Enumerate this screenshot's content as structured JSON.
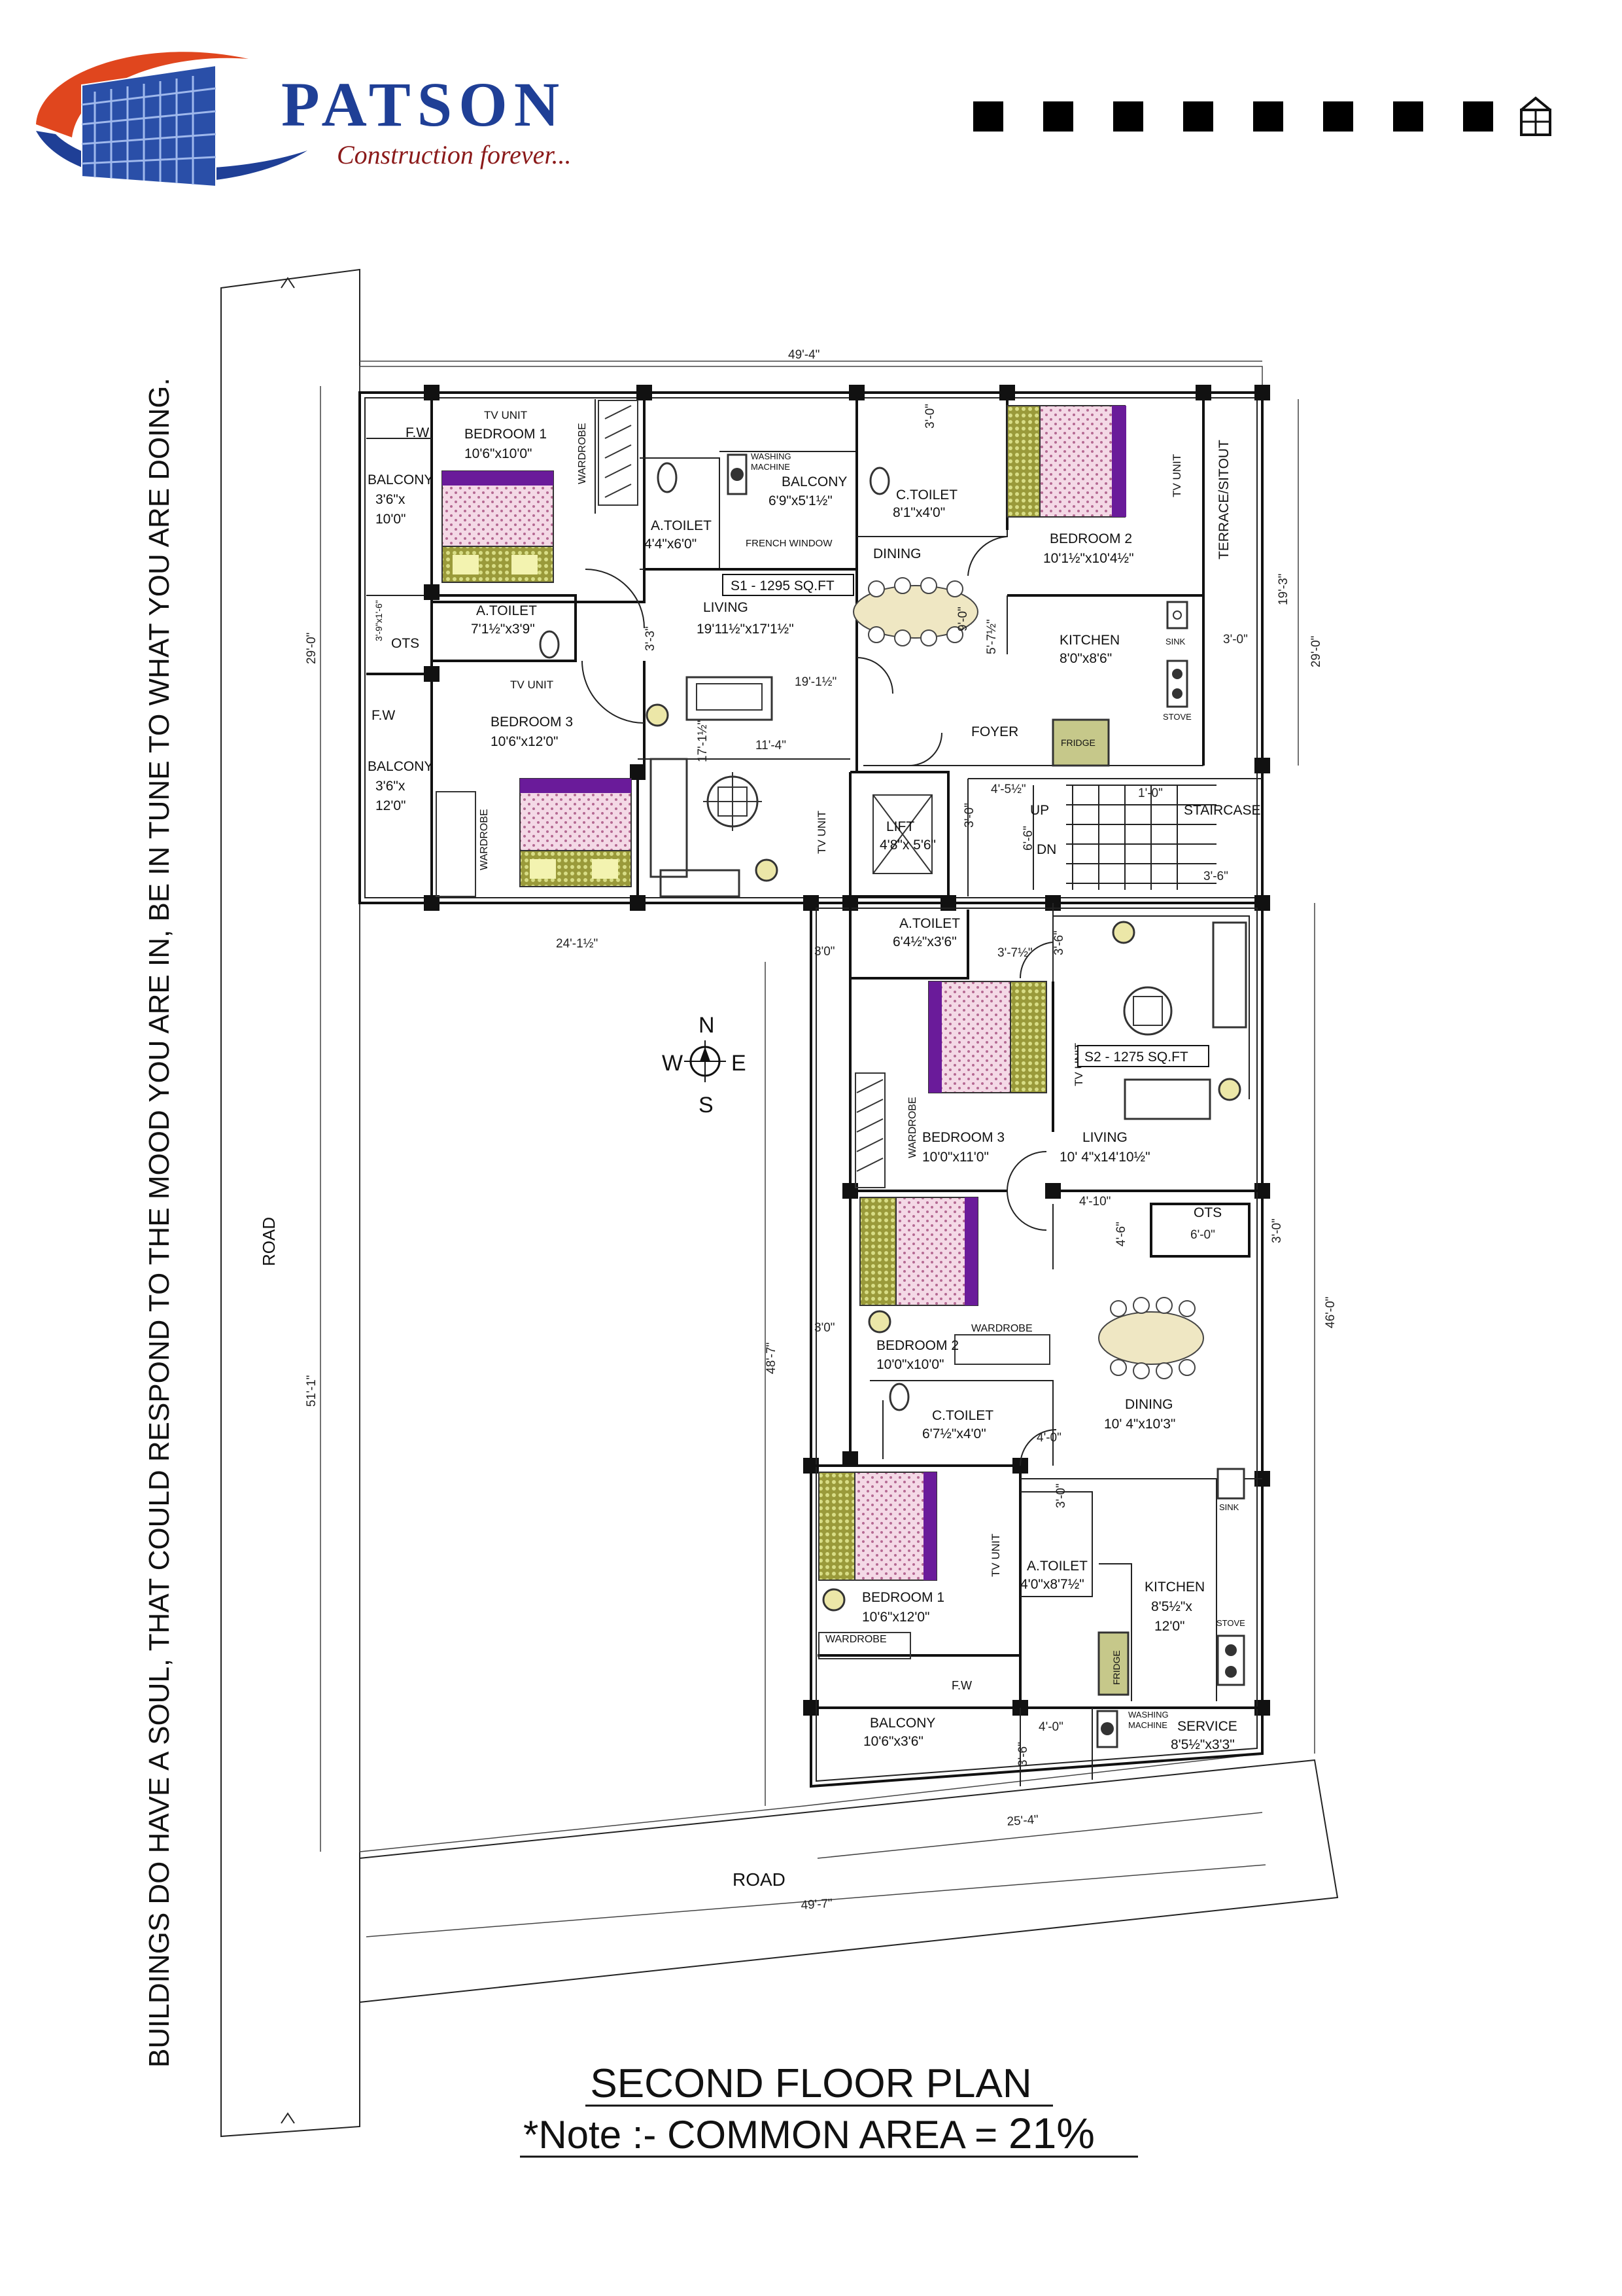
{
  "brand": {
    "name": "PATSON",
    "tagline": "Construction forever...",
    "colors": {
      "blue": "#1f3f96",
      "red": "#e0461e",
      "tagline": "#8b1a1a"
    }
  },
  "header": {
    "marker_count": 8,
    "marker_icon": "house-outline-icon"
  },
  "vertical_quote": "BUILDINGS DO HAVE A SOUL, THAT COULD RESPOND TO THE MOOD YOU ARE IN, BE IN TUNE TO WHAT YOU ARE DOING.",
  "title": "SECOND FLOOR PLAN",
  "note": "*Note :- COMMON AREA = ",
  "note_value": "21%",
  "compass": {
    "n": "N",
    "s": "S",
    "e": "E",
    "w": "W"
  },
  "roads": {
    "west": "ROAD",
    "south": "ROAD"
  },
  "site_dims": {
    "top": "49'-4\"",
    "left": "51'-1\"",
    "bottom": "49'-7\"",
    "bottom_inner": "25'-4\"",
    "open_top": "24'-1½\"",
    "right_upper": "29'-0\"",
    "right_lower": "46'-0\"",
    "left_upper": "29'-0\"",
    "mid_vertical": "48'-7\""
  },
  "unit_badges": {
    "s1": "S1 - 1295 SQ.FT",
    "s2": "S2 - 1275 SQ.FT"
  },
  "s1": {
    "fw_top": "F.W",
    "fw_mid": "F.W",
    "balcony_a": [
      "BALCONY",
      "3'6\"x",
      "10'0\""
    ],
    "balcony_b": [
      "BALCONY",
      "3'6\"x",
      "12'0\""
    ],
    "tv_unit_1": "TV UNIT",
    "bedroom1": [
      "BEDROOM 1",
      "10'6\"x10'0\""
    ],
    "wardrobe_1": "WARDROBE",
    "atoilet_1": [
      "A.TOILET",
      "4'4\"x6'0\""
    ],
    "washing": [
      "WASHING",
      "MACHINE"
    ],
    "balcony_c": [
      "BALCONY",
      "6'9\"x5'1½\""
    ],
    "french": "FRENCH WINDOW",
    "ctoilet": [
      "C.TOILET",
      "8'1\"x4'0\""
    ],
    "bedroom2": [
      "BEDROOM 2",
      "10'1½\"x10'4½\""
    ],
    "tv_unit_2": "TV UNIT",
    "terrace": "TERRACE/SITOUT",
    "atoilet_2": [
      "A.TOILET",
      "7'1½\"x3'9\""
    ],
    "ots": "OTS",
    "ots_dim": "3'-9\"x1'-6\"",
    "living": [
      "LIVING",
      "19'11½\"x17'1½\""
    ],
    "dining": "DINING",
    "kitchen": [
      "KITCHEN",
      "8'0\"x8'6\""
    ],
    "sink": "SINK",
    "stove": "STOVE",
    "fridge": "FRIDGE",
    "foyer": "FOYER",
    "tv_unit_3": "TV UNIT",
    "bedroom3": [
      "BEDROOM 3",
      "10'6\"x12'0\""
    ],
    "wardrobe_3": "WARDROBE",
    "tv_unit_liv": "TV UNIT",
    "lift": [
      "LIFT",
      "4'8\"x 5'6\""
    ],
    "staircase": "STAIRCASE",
    "up": "UP",
    "dn": "DN",
    "dims": {
      "d1": "3'-0\"",
      "d2": "3'-3\"",
      "d3": "19'-1½\"",
      "d4": "11'-4\"",
      "d5": "17'-1½\"",
      "d6": "9'-0\"",
      "d7": "5'-7½\"",
      "d8": "4'-5½\"",
      "d9": "6'-6\"",
      "d10": "1'-0\"",
      "d11": "3'-6\"",
      "d12": "19'-3\"",
      "d13": "3'-0\"",
      "d14": "3'-0\""
    }
  },
  "s2": {
    "atoilet_1": [
      "A.TOILET",
      "6'4½\"x3'6\""
    ],
    "dimsmall": "3'-7½\"",
    "d36": "3'-6\"",
    "d30": "3'0\"",
    "bedroom3": [
      "BEDROOM 3",
      "10'0\"x11'0\""
    ],
    "wardrobe_a": "WARDROBE",
    "tv_unit_a": "TV UNIT",
    "living": [
      "LIVING",
      "10' 4\"x14'10½\""
    ],
    "ots": "OTS",
    "ots_dim": "6'-0\"",
    "d410": "4'-10\"",
    "d46": "4'-6\"",
    "d30b": "3'-0\"",
    "bedroom2": [
      "BEDROOM 2",
      "10'0\"x10'0\""
    ],
    "wardrobe_b": "WARDROBE",
    "d30c": "3'0\"",
    "dining": [
      "DINING",
      "10' 4\"x10'3\""
    ],
    "ctoilet": [
      "C.TOILET",
      "6'7½\"x4'0\""
    ],
    "d40": "4'-0\"",
    "d30d": "3'-0\"",
    "tv_unit_b": "TV UNIT",
    "atoilet_2": [
      "A.TOILET",
      "4'0\"x8'7½\""
    ],
    "kitchen": [
      "KITCHEN",
      "8'5½\"x",
      "12'0\""
    ],
    "sink": "SINK",
    "stove": "STOVE",
    "fridge": "FRIDGE",
    "bedroom1": [
      "BEDROOM 1",
      "10'6\"x12'0\""
    ],
    "wardrobe_c": "WARDROBE",
    "fw": "F.W",
    "balcony": [
      "BALCONY",
      "10'6\"x3'6\""
    ],
    "washing": [
      "WASHING",
      "MACHINE"
    ],
    "service": [
      "SERVICE",
      "8'5½\"x3'3\""
    ],
    "d36b": "3'-6\"",
    "d40b": "4'-0\""
  }
}
